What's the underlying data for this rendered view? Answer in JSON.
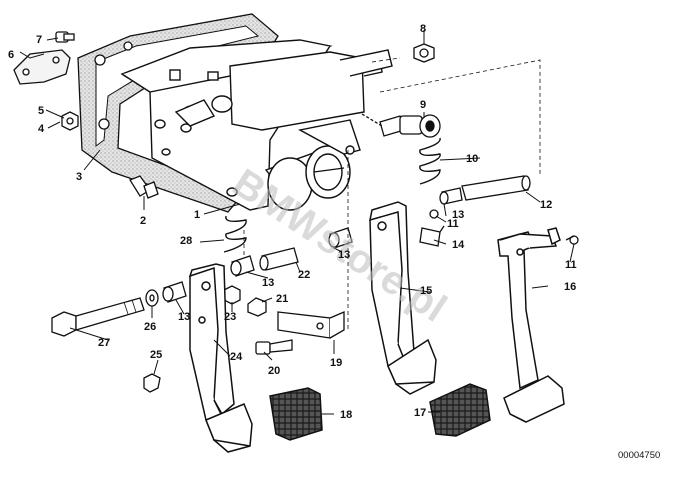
{
  "diagram": {
    "drawing_id": "00004750",
    "watermark": "BMWstore.pl",
    "parts": [
      {
        "number": "1",
        "name": "pedal-bracket"
      },
      {
        "number": "2",
        "name": "bolt"
      },
      {
        "number": "3",
        "name": "gasket"
      },
      {
        "number": "4",
        "name": "hex-nut"
      },
      {
        "number": "5",
        "name": "washer"
      },
      {
        "number": "6",
        "name": "cover-plate"
      },
      {
        "number": "7",
        "name": "screw"
      },
      {
        "number": "8",
        "name": "hex-nut"
      },
      {
        "number": "9",
        "name": "brake-light-switch"
      },
      {
        "number": "10",
        "name": "tension-spring"
      },
      {
        "number": "11",
        "name": "clip"
      },
      {
        "number": "12",
        "name": "pedal-shaft"
      },
      {
        "number": "13",
        "name": "bush"
      },
      {
        "number": "14",
        "name": "retaining-spring"
      },
      {
        "number": "15",
        "name": "clutch-pedal"
      },
      {
        "number": "16",
        "name": "accelerator-pedal"
      },
      {
        "number": "17",
        "name": "pedal-pad"
      },
      {
        "number": "18",
        "name": "pedal-pad"
      },
      {
        "number": "19",
        "name": "push-rod"
      },
      {
        "number": "20",
        "name": "bolt"
      },
      {
        "number": "21",
        "name": "hex-nut"
      },
      {
        "number": "22",
        "name": "spacer-sleeve"
      },
      {
        "number": "23",
        "name": "self-locking-nut"
      },
      {
        "number": "24",
        "name": "brake-pedal"
      },
      {
        "number": "25",
        "name": "stop-screw"
      },
      {
        "number": "26",
        "name": "washer"
      },
      {
        "number": "27",
        "name": "pedal-pivot-bolt"
      },
      {
        "number": "28",
        "name": "return-spring"
      }
    ]
  }
}
